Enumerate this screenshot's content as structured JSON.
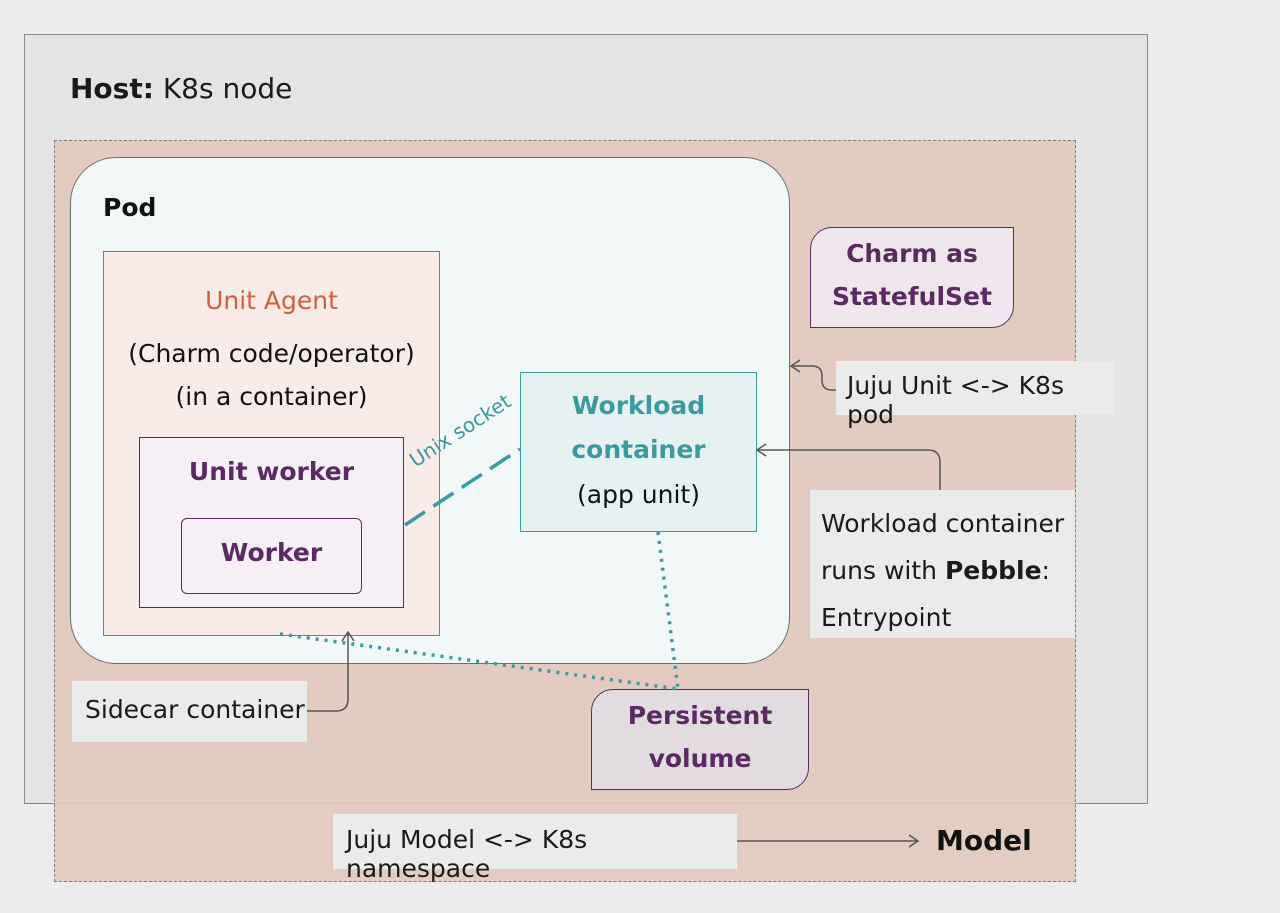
{
  "host": {
    "label_bold": "Host:",
    "label_rest": " K8s node"
  },
  "pod": {
    "label": "Pod"
  },
  "unit_agent": {
    "title": "Unit Agent",
    "subtitle1": "(Charm code/operator)",
    "subtitle2": "(in a container)"
  },
  "unit_worker": {
    "title": "Unit worker",
    "worker_label": "Worker"
  },
  "workload": {
    "line1": "Workload",
    "line2": "container",
    "line3": "(app unit)"
  },
  "charm": {
    "line1": "Charm as",
    "line2": "StatefulSet"
  },
  "persistent_volume": {
    "line1": "Persistent",
    "line2": "volume"
  },
  "notes": {
    "unit_pod": "Juju Unit <-> K8s pod",
    "workload_a": "Workload container",
    "workload_b": "runs with ",
    "workload_b_bold": "Pebble",
    "workload_b_tail": ":",
    "workload_c": "Entrypoint",
    "sidecar": "Sidecar container",
    "model_ns": "Juju Model <-> K8s namespace"
  },
  "model_label": "Model",
  "socket_label": "Unix socket",
  "colors": {
    "unit_agent": "#d1603a",
    "purple": "#5c2a62",
    "teal": "#3a9a9f",
    "model_fill": "#e2c8ba"
  }
}
